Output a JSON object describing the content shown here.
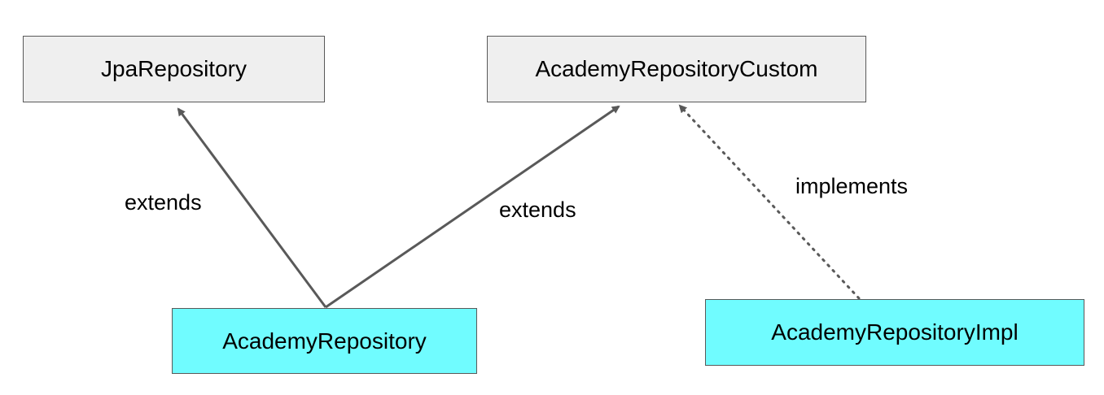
{
  "colors": {
    "interface_fill": "#efefef",
    "class_fill": "#70fcff",
    "border": "#595959",
    "arrow": "#595959",
    "text": "#000000"
  },
  "nodes": {
    "jpa_repository": {
      "label": "JpaRepository",
      "kind": "interface"
    },
    "academy_repository_custom": {
      "label": "AcademyRepositoryCustom",
      "kind": "interface"
    },
    "academy_repository": {
      "label": "AcademyRepository",
      "kind": "class"
    },
    "academy_repository_impl": {
      "label": "AcademyRepositoryImpl",
      "kind": "class"
    }
  },
  "edges": {
    "repo_extends_jpa": {
      "from": "academy_repository",
      "to": "jpa_repository",
      "label": "extends",
      "style": "solid"
    },
    "repo_extends_custom": {
      "from": "academy_repository",
      "to": "academy_repository_custom",
      "label": "extends",
      "style": "solid"
    },
    "impl_implements_custom": {
      "from": "academy_repository_impl",
      "to": "academy_repository_custom",
      "label": "implements",
      "style": "dotted"
    }
  }
}
